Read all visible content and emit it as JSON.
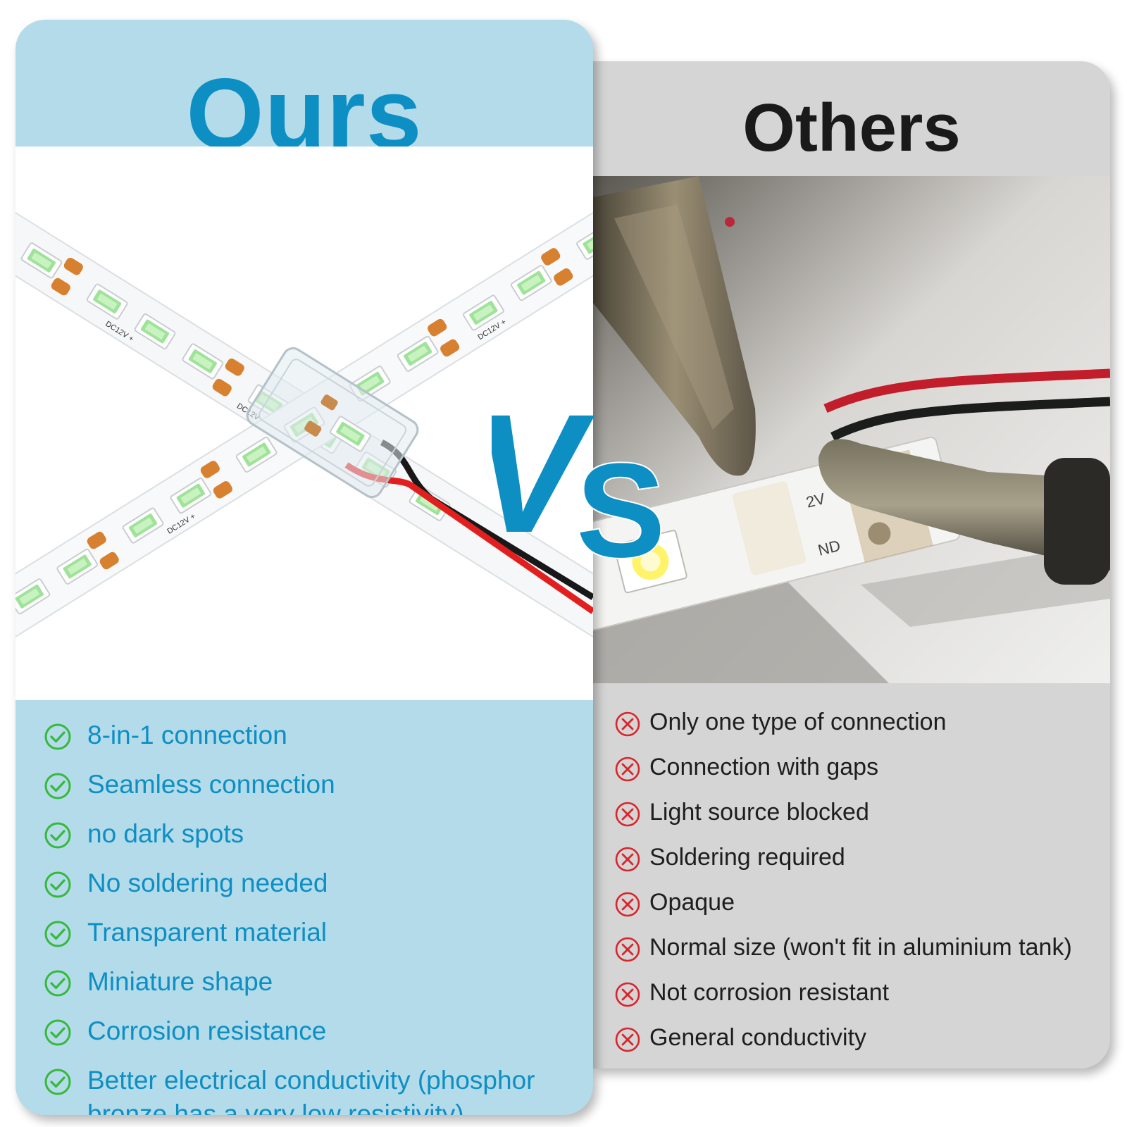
{
  "ours": {
    "title": "Ours",
    "features": [
      "8-in-1 connection",
      "Seamless connection",
      "no dark spots",
      "No soldering needed",
      "Transparent material",
      "Miniature shape",
      "Corrosion resistance",
      "Better electrical conductivity (phosphor bronze has a very low resistivity)"
    ],
    "strip_label": "DC12V +"
  },
  "others": {
    "title": "Others",
    "drawbacks": [
      "Only one type of connection",
      "Connection with gaps",
      "Light source blocked",
      "Soldering required",
      "Opaque",
      "Normal size (won't fit in aluminium tank)",
      "Not corrosion resistant",
      "General conductivity"
    ],
    "pad_labels": [
      "2V",
      "ND"
    ]
  },
  "vs_label": {
    "v": "V",
    "s": "S"
  },
  "colors": {
    "ours_accent": "#0e8fc4",
    "ours_panel": "#b3dbea",
    "others_panel": "#d5d5d5",
    "check_icon": "#36b93a",
    "cross_icon": "#d9252c"
  },
  "icons": {
    "ours_item": "check-circle-icon",
    "others_item": "x-circle-icon"
  }
}
